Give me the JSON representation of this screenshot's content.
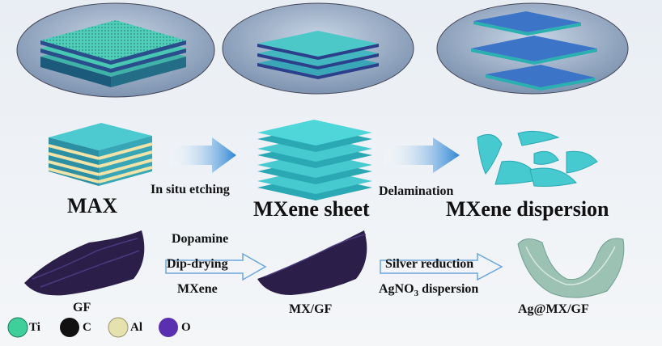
{
  "stages": {
    "max": "MAX",
    "sheet": "MXene sheet",
    "dispersion": "MXene dispersion"
  },
  "steps": {
    "etching": "In situ etching",
    "delamination": "Delamination"
  },
  "process": {
    "gf": "GF",
    "mxgf": "MX/GF",
    "agmxgf": "Ag@MX/GF",
    "step1": [
      "Dopamine",
      "Dip-drying",
      "MXene"
    ],
    "step2_line1": "Silver reduction",
    "step2_line2_prefix": "AgNO",
    "step2_line2_sub": "3",
    "step2_line2_suffix": " dispersion"
  },
  "legend": [
    {
      "symbol": "Ti",
      "color": "#3fcf9a"
    },
    {
      "symbol": "C",
      "color": "#111111"
    },
    {
      "symbol": "Al",
      "color": "#e6e2b0"
    },
    {
      "symbol": "O",
      "color": "#5a2fb0"
    }
  ],
  "colors": {
    "cyan_top": "#46c9cf",
    "cyan_side": "#2aa8b4",
    "layer_dark": "#2b3f8a",
    "al_layer": "#f2e3a8",
    "arrow": "#3a8fd8",
    "foam_dark": "#2b1f4a",
    "foam_ag": "#8fb7a8"
  }
}
